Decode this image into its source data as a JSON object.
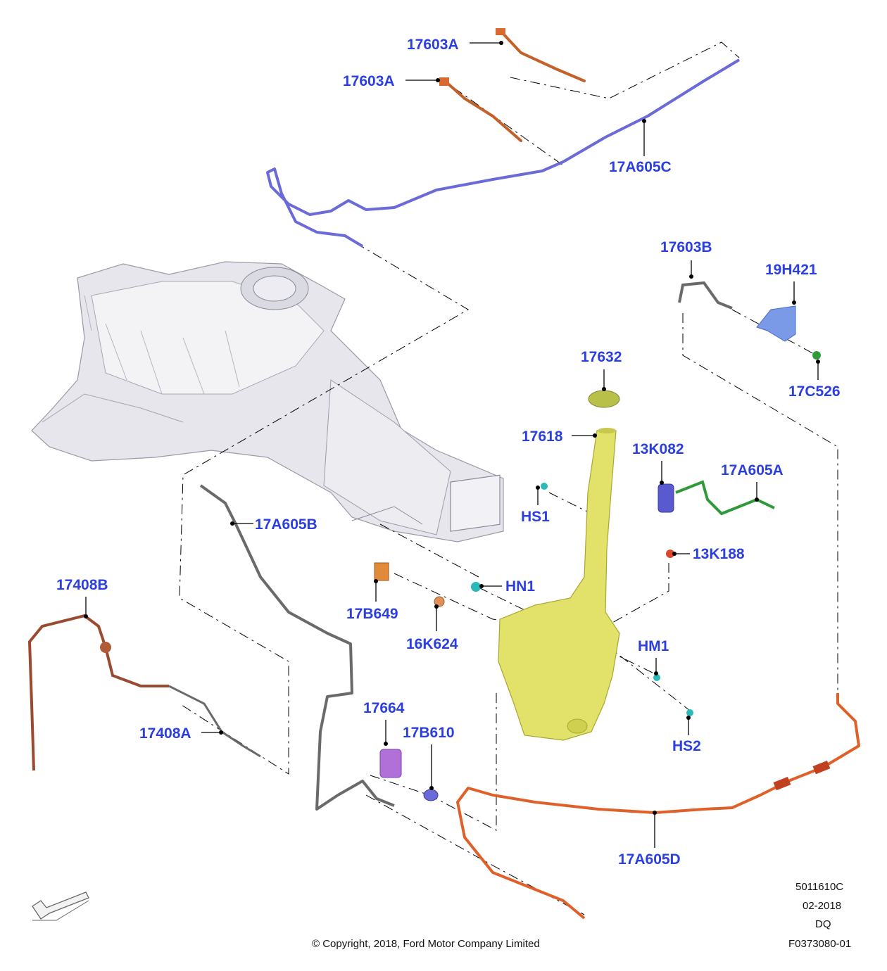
{
  "part_labels": {
    "p17603A_top": "17603A",
    "p17603A_mid": "17603A",
    "p17A605C": "17A605C",
    "p17603B": "17603B",
    "p19H421": "19H421",
    "p17C526": "17C526",
    "p17632": "17632",
    "p17618": "17618",
    "p13K082": "13K082",
    "p17A605A": "17A605A",
    "pHS1": "HS1",
    "p13K188": "13K188",
    "p17A605B": "17A605B",
    "pHN1": "HN1",
    "p17408B": "17408B",
    "p17B649": "17B649",
    "p16K624": "16K624",
    "pHM1": "HM1",
    "p17408A": "17408A",
    "p17664": "17664",
    "p17B610": "17B610",
    "pHS2": "HS2",
    "p17A605D": "17A605D"
  },
  "footer": {
    "diagram_code": "5011610C",
    "date": "02-2018",
    "region": "DQ",
    "figure_id": "F0373080-01",
    "copyright": "© Copyright, 2018, Ford Motor Company Limited"
  },
  "colors": {
    "label_blue": "#2b3fe0",
    "hose_blue": "#6a6ad8",
    "hose_orange": "#e0602a",
    "tank_yellow": "#e2e26a",
    "hose_green": "#2f9a3a",
    "hose_red_brown": "#9a4a30",
    "hose_grey": "#6a6a6a",
    "body_grey": "#e4e4ea"
  },
  "icons": {
    "orientation_arrow": "front-direction-arrow-icon"
  }
}
